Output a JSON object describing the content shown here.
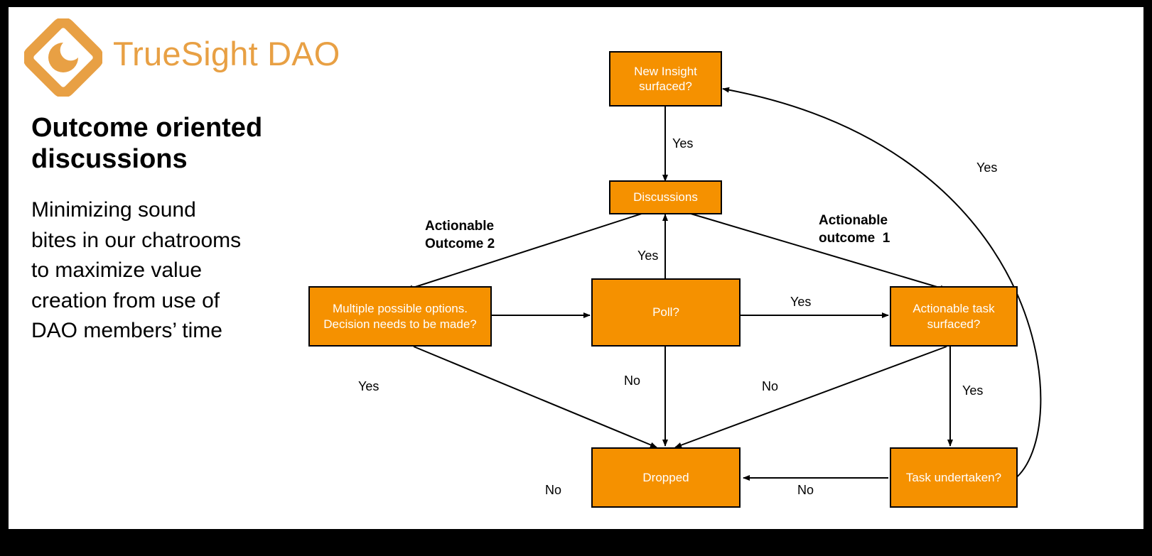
{
  "slide": {
    "background": "#000000",
    "canvas_background": "#ffffff",
    "brand_color": "#E8A044",
    "node_fill": "#F59100",
    "node_border": "#000000",
    "node_text_color": "#ffffff"
  },
  "logo": {
    "name": "truesight-dao-logo",
    "text": "TrueSight DAO",
    "mark": "diamond-eye-icon"
  },
  "headline": {
    "line1": "Outcome oriented",
    "line2": "discussions"
  },
  "body": {
    "line1": "Minimizing sound",
    "line2": "bites in our chatrooms",
    "line3": "to maximize value",
    "line4": "creation from use of",
    "line5": "DAO members’ time"
  },
  "chart_data": {
    "type": "diagram",
    "title": "Outcome oriented discussions",
    "nodes": [
      {
        "id": "new-insight",
        "label": "New Insight\nsurfaced?"
      },
      {
        "id": "discussions",
        "label": "Discussions"
      },
      {
        "id": "multiple-options",
        "label": "Multiple possible options.\nDecision needs to be made?"
      },
      {
        "id": "poll",
        "label": "Poll?"
      },
      {
        "id": "actionable-task",
        "label": "Actionable task\nsurfaced?"
      },
      {
        "id": "dropped",
        "label": "Dropped"
      },
      {
        "id": "task-undertaken",
        "label": "Task undertaken?"
      }
    ],
    "edges": [
      {
        "from": "new-insight",
        "to": "discussions",
        "label": "Yes"
      },
      {
        "from": "discussions",
        "to": "multiple-options",
        "label": ""
      },
      {
        "from": "discussions",
        "to": "actionable-task",
        "label": ""
      },
      {
        "from": "multiple-options",
        "to": "poll",
        "label": ""
      },
      {
        "from": "poll",
        "to": "discussions",
        "label": "Yes"
      },
      {
        "from": "poll",
        "to": "actionable-task",
        "label": "Yes"
      },
      {
        "from": "poll",
        "to": "dropped",
        "label": "No"
      },
      {
        "from": "multiple-options",
        "to": "dropped",
        "label": "Yes"
      },
      {
        "from": "actionable-task",
        "to": "dropped",
        "label": "No"
      },
      {
        "from": "actionable-task",
        "to": "task-undertaken",
        "label": "Yes"
      },
      {
        "from": "task-undertaken",
        "to": "dropped",
        "label": "No"
      },
      {
        "from": "task-undertaken",
        "to": "new-insight",
        "label": "Yes"
      }
    ],
    "group_labels": [
      {
        "id": "outcome-2",
        "text": "Actionable\nOutcome 2"
      },
      {
        "id": "outcome-1",
        "text": "Actionable\noutcome  1"
      }
    ]
  },
  "nodes": {
    "new_insight": "New Insight\nsurfaced?",
    "discussions": "Discussions",
    "multiple_options": "Multiple possible options.\nDecision needs to be made?",
    "poll": "Poll?",
    "actionable_task": "Actionable task\nsurfaced?",
    "dropped": "Dropped",
    "task_undertaken": "Task undertaken?"
  },
  "labels": {
    "yes_insight_to_discussions": "Yes",
    "yes_poll_to_discussions": "Yes",
    "yes_poll_to_task": "Yes",
    "no_poll_to_dropped": "No",
    "yes_options_to_dropped": "Yes",
    "no_task_to_dropped": "No",
    "yes_task_to_undertaken": "Yes",
    "no_undertaken_to_dropped": "No",
    "no_bottom_left": "No",
    "yes_return_loop": "Yes",
    "group_outcome_2": "Actionable\nOutcome 2",
    "group_outcome_1": "Actionable\noutcome  1"
  }
}
